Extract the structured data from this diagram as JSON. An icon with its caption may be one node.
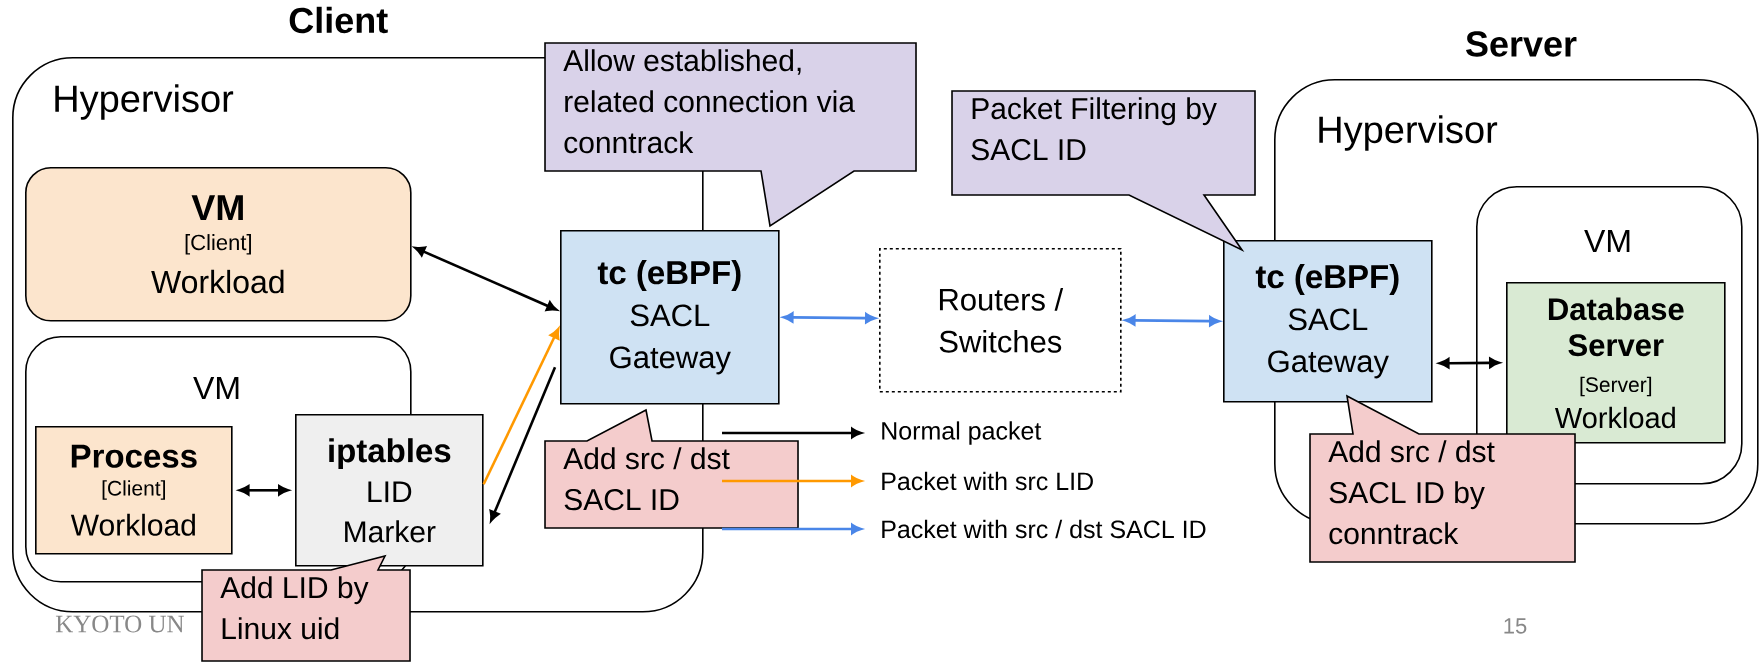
{
  "diagram": {
    "nodes": [
      {
        "text": [
          "Client",
          "Hypervisor"
        ]
      },
      {
        "text": [
          "VM",
          "[Client]",
          "Workload"
        ],
        "in": 0
      },
      {
        "text": [
          "VM"
        ],
        "in": 0
      },
      {
        "text": [
          "Process",
          "[Client]",
          "Workload"
        ],
        "in": 2
      },
      {
        "text": [
          "iptables",
          "LID Marker"
        ],
        "in": 0
      },
      {
        "text": [
          "Add LID by Linux uid"
        ]
      },
      {
        "text": [
          "tc (eBPF)",
          "SACL Gateway"
        ]
      },
      {
        "text": [
          "Allow established, related connection via conntrack"
        ]
      },
      {
        "text": [
          "Add src / dst SACL ID"
        ]
      },
      {
        "text": [
          "Routers / Switches"
        ]
      },
      {
        "text": [
          "Server",
          "Hypervisor"
        ]
      },
      {
        "text": [
          "tc (eBPF)",
          "SACL Gateway"
        ]
      },
      {
        "text": [
          "VM"
        ],
        "in": 10
      },
      {
        "text": [
          "Database Server",
          "[Server]",
          "Workload"
        ],
        "in": 12
      },
      {
        "text": [
          "Packet Filtering by SACL ID"
        ]
      },
      {
        "text": [
          "Add src / dst SACL ID by conntrack"
        ]
      }
    ],
    "edges": [
      {
        "from": 1,
        "to": 6,
        "arrow": "both"
      },
      {
        "from": 3,
        "to": 4,
        "arrow": "both"
      },
      {
        "from": 4,
        "to": 6,
        "arrow": "to",
        "color": "#ff9900"
      },
      {
        "from": 6,
        "to": 4,
        "arrow": "to"
      },
      {
        "from": 6,
        "to": 9,
        "arrow": "both",
        "color": "#4a86e8"
      },
      {
        "from": 9,
        "to": 11,
        "arrow": "both",
        "color": "#4a86e8"
      },
      {
        "from": 11,
        "to": 13,
        "arrow": "both"
      }
    ],
    "labels": [
      "KYOTO UN",
      "15"
    ],
    "legend": [
      {
        "text": "Normal packet"
      },
      {
        "text": "Packet with src LID"
      },
      {
        "text": "Packet with src / dst SACL ID"
      }
    ]
  }
}
